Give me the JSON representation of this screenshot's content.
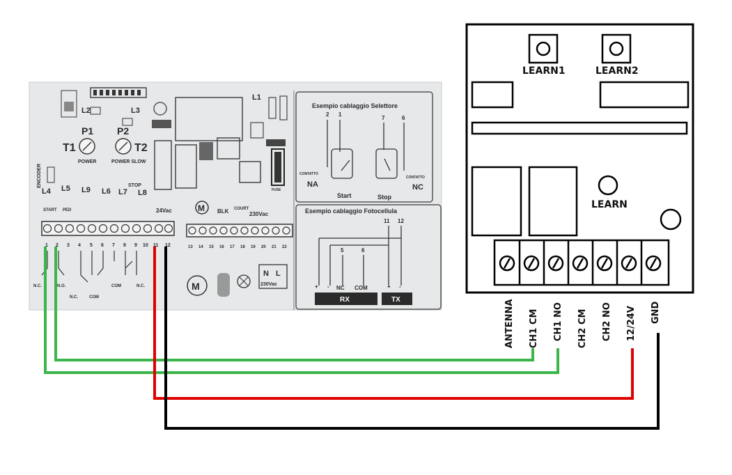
{
  "receiver": {
    "learn1_label": "LEARN1",
    "learn2_label": "LEARN2",
    "learn_label": "LEARN",
    "terminals": [
      "ANTENNA",
      "CH1 CM",
      "CH1 NO",
      "CH2 CM",
      "CH2 NO",
      "12/24V",
      "GND"
    ]
  },
  "board": {
    "l1": "L1",
    "l2": "L2",
    "l3": "L3",
    "p1": "P1",
    "p2": "P2",
    "t1": "T1",
    "t2": "T2",
    "power": "POWER",
    "power_slow": "POWER SLOW",
    "encoder": "ENCODER",
    "l4": "L4",
    "l5": "L5",
    "l9": "L9",
    "l6": "L6",
    "l7": "L7",
    "l8": "L8",
    "stop": "STOP",
    "start": "START",
    "ped": "PED",
    "v24": "24Vac",
    "blk": "BLK",
    "court": "COURT",
    "v230": "230Vac",
    "fuse": "FUSE",
    "motor": "M",
    "numbers": [
      "1",
      "2",
      "3",
      "4",
      "5",
      "6",
      "7",
      "8",
      "9",
      "10",
      "11",
      "12",
      "13",
      "14",
      "15",
      "16",
      "17",
      "18",
      "19",
      "20",
      "21",
      "22"
    ],
    "nc": "N.C.",
    "no": "N.O.",
    "com": "COM",
    "n": "N",
    "l": "L"
  },
  "selector": {
    "title": "Esempio cablaggio Selettore",
    "na": "NA",
    "nc": "NC",
    "contatto": "CONTATTO",
    "start": "Start",
    "stop": "Stop",
    "n2": "2",
    "n1": "1",
    "n7": "7",
    "n6": "6"
  },
  "photocell": {
    "title": "Esempio cablaggio Fotocellula",
    "n11": "11",
    "n12": "12",
    "n5": "5",
    "n6": "6",
    "nc": "NC",
    "com": "COM",
    "rx": "RX",
    "tx": "TX",
    "plus": "+",
    "minus": "-"
  },
  "wires": {
    "green": "#3cb54a",
    "red": "#e00000",
    "black": "#000000"
  }
}
